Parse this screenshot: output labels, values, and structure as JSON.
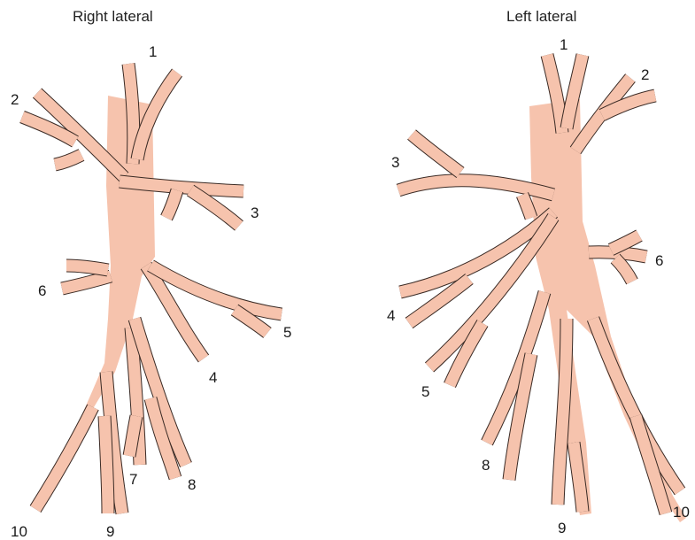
{
  "panels": [
    {
      "title": "Right lateral",
      "labels": [
        "1",
        "2",
        "3",
        "4",
        "5",
        "6",
        "7",
        "8",
        "9",
        "10"
      ]
    },
    {
      "title": "Left lateral",
      "labels": [
        "1",
        "2",
        "3",
        "4",
        "5",
        "6",
        "8",
        "9",
        "10"
      ]
    }
  ],
  "colors": {
    "vessel_fill": "#f6c3ad",
    "vessel_outline": "#3a2a24",
    "text": "#1a1a1a"
  }
}
